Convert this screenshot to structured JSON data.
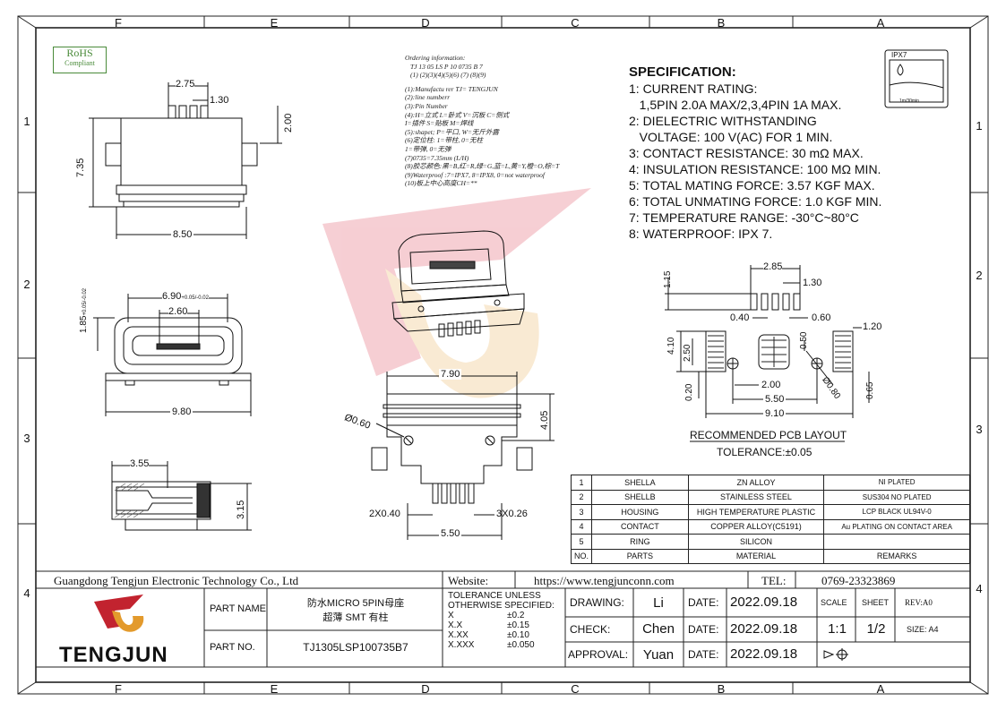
{
  "grid": {
    "cols": [
      "F",
      "E",
      "D",
      "C",
      "B",
      "A"
    ],
    "rows": [
      "1",
      "2",
      "3",
      "4"
    ]
  },
  "rohs": {
    "title": "RoHS",
    "sub": "Compliant"
  },
  "ipx": {
    "label": "IPX7",
    "sub": "1m/30min"
  },
  "ordering": {
    "title": "Ordering information:",
    "code": "TJ 13  05 LS P 10   0735  B  7",
    "idx": "(1)  (2)(3)(4)(5)(6)   (7)   (8)(9)",
    "lines": [
      "(1):Manufactu rer TJ= TENGJUN",
      "(2):line numberr",
      "(3):Pin Number",
      "(4):H=立式 L=卧式 V=沉板 C=侧式",
      "  I=插件 S=贴板 M=焊线",
      "(5):shapet; P=平口, W=无斤外露",
      "(6)定位柱: 1=带柱, 0=无柱",
      "       1=带弹, 0=无弹",
      "(7)0735=7.35mm (L/H)",
      "(8)胶芯颜色:黑=B,红=R,绿=G,蓝=L,黄=Y,橙=O,棕=T",
      "(9)Waterproof :7=IPX7, 8=IPX8, 0=not waterproof",
      "(10)板上中心高度CH=**"
    ]
  },
  "spec": {
    "title": "SPECIFICATION:",
    "lines": [
      "1: CURRENT RATING:",
      "   1,5PIN 2.0A MAX/2,3,4PIN 1A MAX.",
      "2: DIELECTRIC WITHSTANDING",
      "   VOLTAGE: 100 V(AC) FOR 1 MIN.",
      "3: CONTACT RESISTANCE: 30 mΩ MAX.",
      "4: INSULATION RESISTANCE: 100 MΩ MIN.",
      "5: TOTAL MATING FORCE: 3.57 KGF MAX.",
      "6: TOTAL UNMATING FORCE: 1.0 KGF MIN.",
      "7: TEMPERATURE RANGE: -30°C~80°C",
      "8: WATERPROOF: IPX 7."
    ]
  },
  "dims": {
    "d275": "2.75",
    "d130": "1.30",
    "d200": "2.00",
    "d735": "7.35",
    "d850": "8.50",
    "d690": "6.90",
    "d690tol": "+0.05/-0.02",
    "d260": "2.60",
    "d185": "1.85",
    "d185tol": "+0.05/-0.02",
    "d980": "9.80",
    "d355": "3.55",
    "d315": "3.15",
    "d790": "7.90",
    "d405": "4.05",
    "d060": "Ø0.60",
    "d2x040": "2X0.40",
    "d3x026": "3X0.26",
    "d550": "5.50"
  },
  "pcb": {
    "d115": "1.15",
    "d285": "2.85",
    "d130": "1.30",
    "d040": "0.40",
    "d060": "0.60",
    "d120": "1.20",
    "d410": "4.10",
    "d250": "2.50",
    "d050": "0.50",
    "d020": "0.20",
    "d200": "2.00",
    "d550": "5.50",
    "d910": "9.10",
    "d080": "Ø0.80",
    "d065": "0.65",
    "title": "RECOMMENDED PCB LAYOUT",
    "tolerance": "TOLERANCE:±0.05"
  },
  "bom": {
    "rows": [
      {
        "no": "1",
        "part": "SHELLA",
        "material": "ZN ALLOY",
        "remarks": "NI PLATED"
      },
      {
        "no": "2",
        "part": "SHELLB",
        "material": "STAINLESS STEEL",
        "remarks": "SUS304 NO PLATED"
      },
      {
        "no": "3",
        "part": "HOUSING",
        "material": "HIGH TEMPERATURE PLASTIC",
        "remarks": "LCP BLACK UL94V-0"
      },
      {
        "no": "4",
        "part": "CONTACT",
        "material": "COPPER ALLOY(C5191)",
        "remarks": "Au PLATING ON CONTACT AREA"
      },
      {
        "no": "5",
        "part": "RING",
        "material": "SILICON",
        "remarks": ""
      }
    ],
    "header": {
      "no": "NO.",
      "part": "PARTS",
      "material": "MATERIAL",
      "remarks": "REMARKS"
    }
  },
  "titleblock": {
    "company": "Guangdong Tengjun Electronic Technology Co., Ltd",
    "website_label": "Website:",
    "website": "https://www.tengjunconn.com",
    "tel_label": "TEL:",
    "tel": "0769-23323869",
    "brand": "TENGJUN",
    "partname_label": "PART NAME",
    "partname_1": "防水MICRO 5PIN母座",
    "partname_2": "超薄 SMT 有柱",
    "partno_label": "PART NO.",
    "partno": "TJ1305LSP100735B7",
    "tol_title_1": "TOLERANCE  UNLESS",
    "tol_title_2": "OTHERWISE  SPECIFIED:",
    "tol_rows": [
      {
        "k": "X",
        "v": "±0.2"
      },
      {
        "k": "X.X",
        "v": "±0.15"
      },
      {
        "k": "X.XX",
        "v": "±0.10"
      },
      {
        "k": "X.XXX",
        "v": "±0.050"
      }
    ],
    "drawing_label": "DRAWING:",
    "drawing": "Li",
    "check_label": "CHECK:",
    "check": "Chen",
    "approval_label": "APPROVAL:",
    "approval": "Yuan",
    "date_label": "DATE:",
    "date": "2022.09.18",
    "scale_label": "SCALE",
    "scale": "1:1",
    "sheet_label": "SHEET",
    "sheet": "1/2",
    "rev": "REV:A0",
    "size": "SIZE: A4"
  }
}
